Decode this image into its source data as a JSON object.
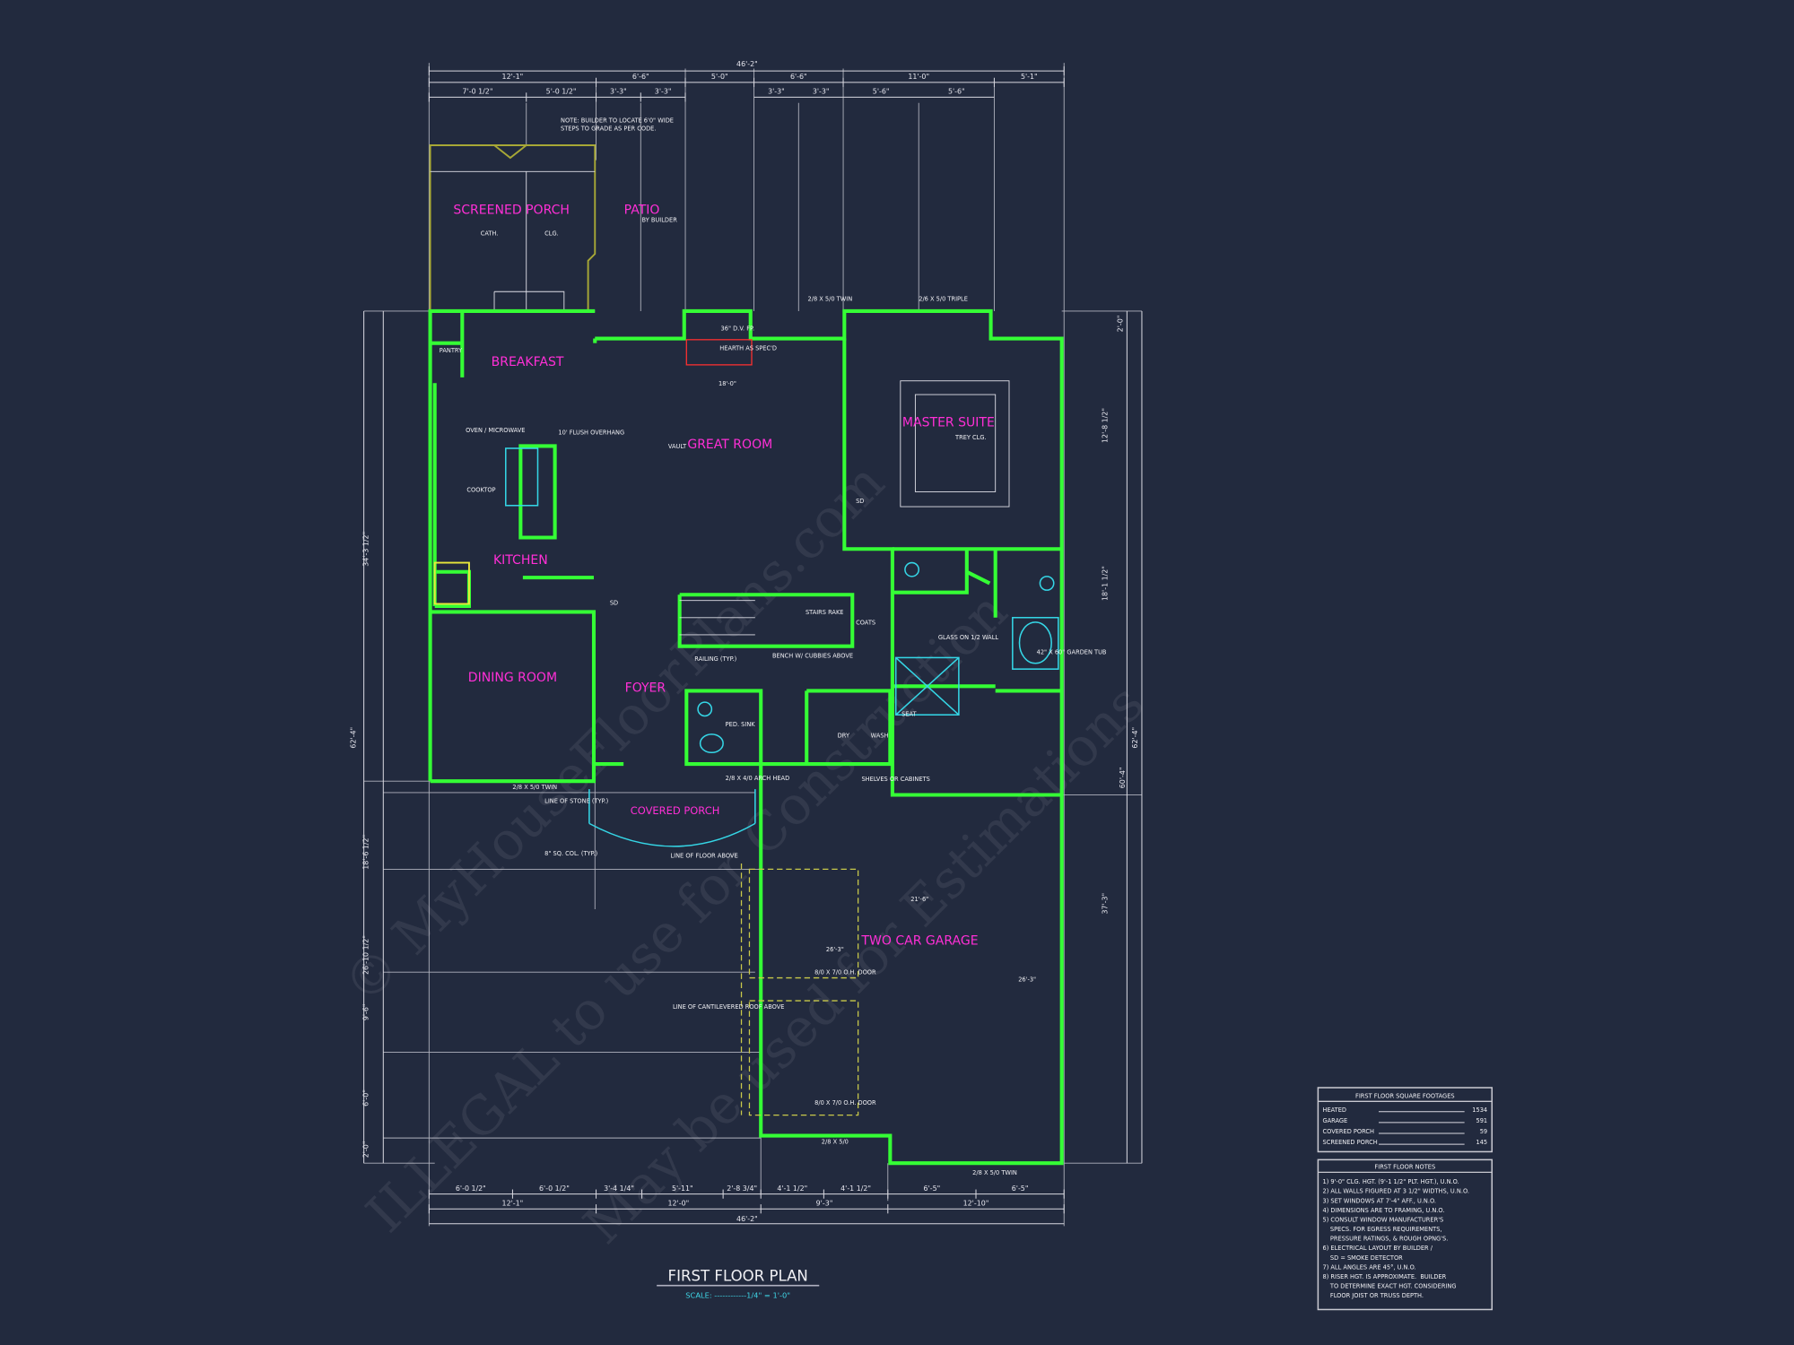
{
  "drawing": {
    "title": "FIRST FLOOR PLAN",
    "scale": "SCALE: ------------1/4\" = 1'-0\"",
    "watermark": [
      "© MyHouseFloorPlans.com",
      "ILLEGAL to use for Construction",
      "May be used for Estimations"
    ],
    "colors": {
      "background": "#222a3e",
      "walls": "#35ff35",
      "room_labels": "#ff2fd6",
      "dimensions": "#e6e6ee",
      "porch_outline": "#a8a836",
      "fixtures": "#35d6e6"
    }
  },
  "rooms": [
    "SCREENED PORCH",
    "PATIO",
    "BREAKFAST",
    "GREAT ROOM",
    "MASTER SUITE",
    "KITCHEN",
    "DINING ROOM",
    "FOYER",
    "COVERED PORCH",
    "TWO CAR GARAGE"
  ],
  "annotations": [
    "NOTE: BUILDER TO LOCATE 6'0\" WIDE",
    "STEPS TO GRADE AS PER CODE.",
    "BY BUILDER",
    "36\" D.V. FP.",
    "HEARTH AS SPEC'D",
    "2/6 X 5/0 TRIPLE",
    "2/8 X 5/0 TWIN",
    "2/8 X 5/0 TWIN",
    "VAULT",
    "TREY CLG.",
    "SD",
    "SD",
    "STAIRS RAKE",
    "COATS",
    "RAILING (TYP.)",
    "BENCH W/ CUBBIES ABOVE",
    "DRY",
    "WASH",
    "SHELVES OR CABINETS",
    "GLASS ON 1/2 WALL",
    "42\" X 60\" GARDEN TUB",
    "SEAT",
    "PED. SINK",
    "LINE OF STONE (TYP.)",
    "8\" SQ. COL. (TYP.)",
    "LINE OF FLOOR ABOVE",
    "2/8 X 4/0 ARCH HEAD",
    "LINE OF CANTILEVERED ROOF ABOVE",
    "8/0 X 7/0 O.H. DOOR",
    "8/0 X 7/0 O.H. DOOR",
    "2/8 X 5/0",
    "2/8 X 5/0 TWIN",
    "10' FLUSH OVERHANG",
    "COOKTOP",
    "OVEN / MICROWAVE",
    "PANTRY",
    "CATH.",
    "CLG.",
    "18'-0\"",
    "21'-6\"",
    "26'-3\"",
    "26'-3\""
  ],
  "dimensions": {
    "top_overall": "46'-2\"",
    "top_row2": [
      "12'-1\"",
      "6'-6\"",
      "5'-0\"",
      "6'-6\"",
      "11'-0\"",
      "5'-1\""
    ],
    "top_row3": [
      "7'-0 1/2\"",
      "5'-0 1/2\"",
      "3'-3\"",
      "3'-3\"",
      "3'-3\"",
      "3'-3\"",
      "5'-6\"",
      "5'-6\""
    ],
    "bottom_row1": [
      "6'-0 1/2\"",
      "6'-0 1/2\"",
      "3'-4 1/4\"",
      "5'-11\"",
      "2'-8 3/4\"",
      "4'-1 1/2\"",
      "4'-1 1/2\"",
      "6'-5\"",
      "6'-5\""
    ],
    "bottom_row2": [
      "12'-1\"",
      "12'-0\"",
      "9'-3\"",
      "12'-10\""
    ],
    "bottom_overall": "46'-2\"",
    "left": [
      "34'-3 1/2\"",
      "62'-4\"",
      "18'-6 1/2\"",
      "26'-10 1/2\"",
      "9'-6\"",
      "6'-0\"",
      "2'-0\""
    ],
    "right": [
      "2'-0\"",
      "12'-8 1/2\"",
      "18'-1 1/2\"",
      "60'-4\"",
      "62'-4\"",
      "37'-3\""
    ]
  },
  "square_footages": {
    "title": "FIRST FLOOR SQUARE FOOTAGES",
    "rows": [
      {
        "label": "HEATED",
        "value": "1534"
      },
      {
        "label": "GARAGE",
        "value": "591"
      },
      {
        "label": "COVERED PORCH",
        "value": "59"
      },
      {
        "label": "SCREENED PORCH",
        "value": "145"
      }
    ]
  },
  "notes": {
    "title": "FIRST FLOOR NOTES",
    "lines": [
      "1) 9'-0\" CLG. HGT. (9'-1 1/2\" PLT. HGT.), U.N.O.",
      "2) ALL WALLS FIGURED AT 3 1/2\" WIDTHS, U.N.O.",
      "3) SET WINDOWS AT 7'-4\" AFF., U.N.O.",
      "4) DIMENSIONS ARE TO FRAMING, U.N.O.",
      "5) CONSULT WINDOW MANUFACTURER'S",
      "    SPECS. FOR EGRESS REQUIREMENTS,",
      "    PRESSURE RATINGS, & ROUGH OPNG'S.",
      "6) ELECTRICAL LAYOUT BY BUILDER /",
      "    SD = SMOKE DETECTOR",
      "7) ALL ANGLES ARE 45°, U.N.O.",
      "8) RISER HGT. IS APPROXIMATE.  BUILDER",
      "    TO DETERMINE EXACT HGT. CONSIDERING",
      "    FLOOR JOIST OR TRUSS DEPTH."
    ]
  }
}
